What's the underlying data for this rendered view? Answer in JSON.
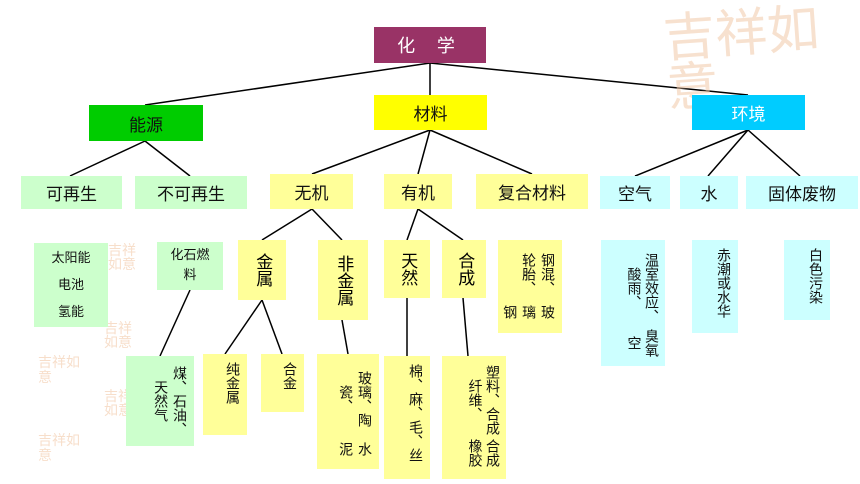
{
  "root": "化 学",
  "categories": {
    "energy": "能源",
    "materials": "材料",
    "environment": "环境"
  },
  "energy": {
    "renewable": {
      "label": "可再生",
      "items": [
        "太阳能",
        "电池",
        "氢能"
      ]
    },
    "nonrenewable": {
      "label": "不可再生",
      "fossil": "化石燃料",
      "examples": "煤、石油、天然气"
    }
  },
  "materials": {
    "inorganic": {
      "label": "无机",
      "metal": {
        "label": "金属",
        "items": [
          "纯金属",
          "合金"
        ]
      },
      "nonmetal": {
        "label": "非金属",
        "items": [
          "玻璃、陶瓷、",
          "水泥"
        ]
      }
    },
    "organic": {
      "label": "有机",
      "natural": {
        "label": "天然",
        "items": "棉、麻、毛、丝"
      },
      "synthetic": {
        "label": "合成",
        "items": [
          "塑料、合成纤维、",
          "合成橡胶"
        ]
      }
    },
    "composite": {
      "label": "复合材料",
      "items": [
        "钢混、轮胎、",
        "玻璃钢"
      ]
    }
  },
  "environment": {
    "air": {
      "label": "空气",
      "items": [
        "温室效应、酸雨、",
        "臭氧空"
      ]
    },
    "water": {
      "label": "水",
      "items": "赤潮或水华"
    },
    "waste": {
      "label": "固体废物",
      "items": "白色污染"
    }
  },
  "colors": {
    "root": "#993366",
    "energy": "#00cc00",
    "materials": "#ffff00",
    "environment": "#00ccff",
    "energy_leaf": "#ccffcc",
    "materials_leaf": "#ffff99",
    "environment_leaf": "#ccffff"
  },
  "watermark": "吉祥如意"
}
